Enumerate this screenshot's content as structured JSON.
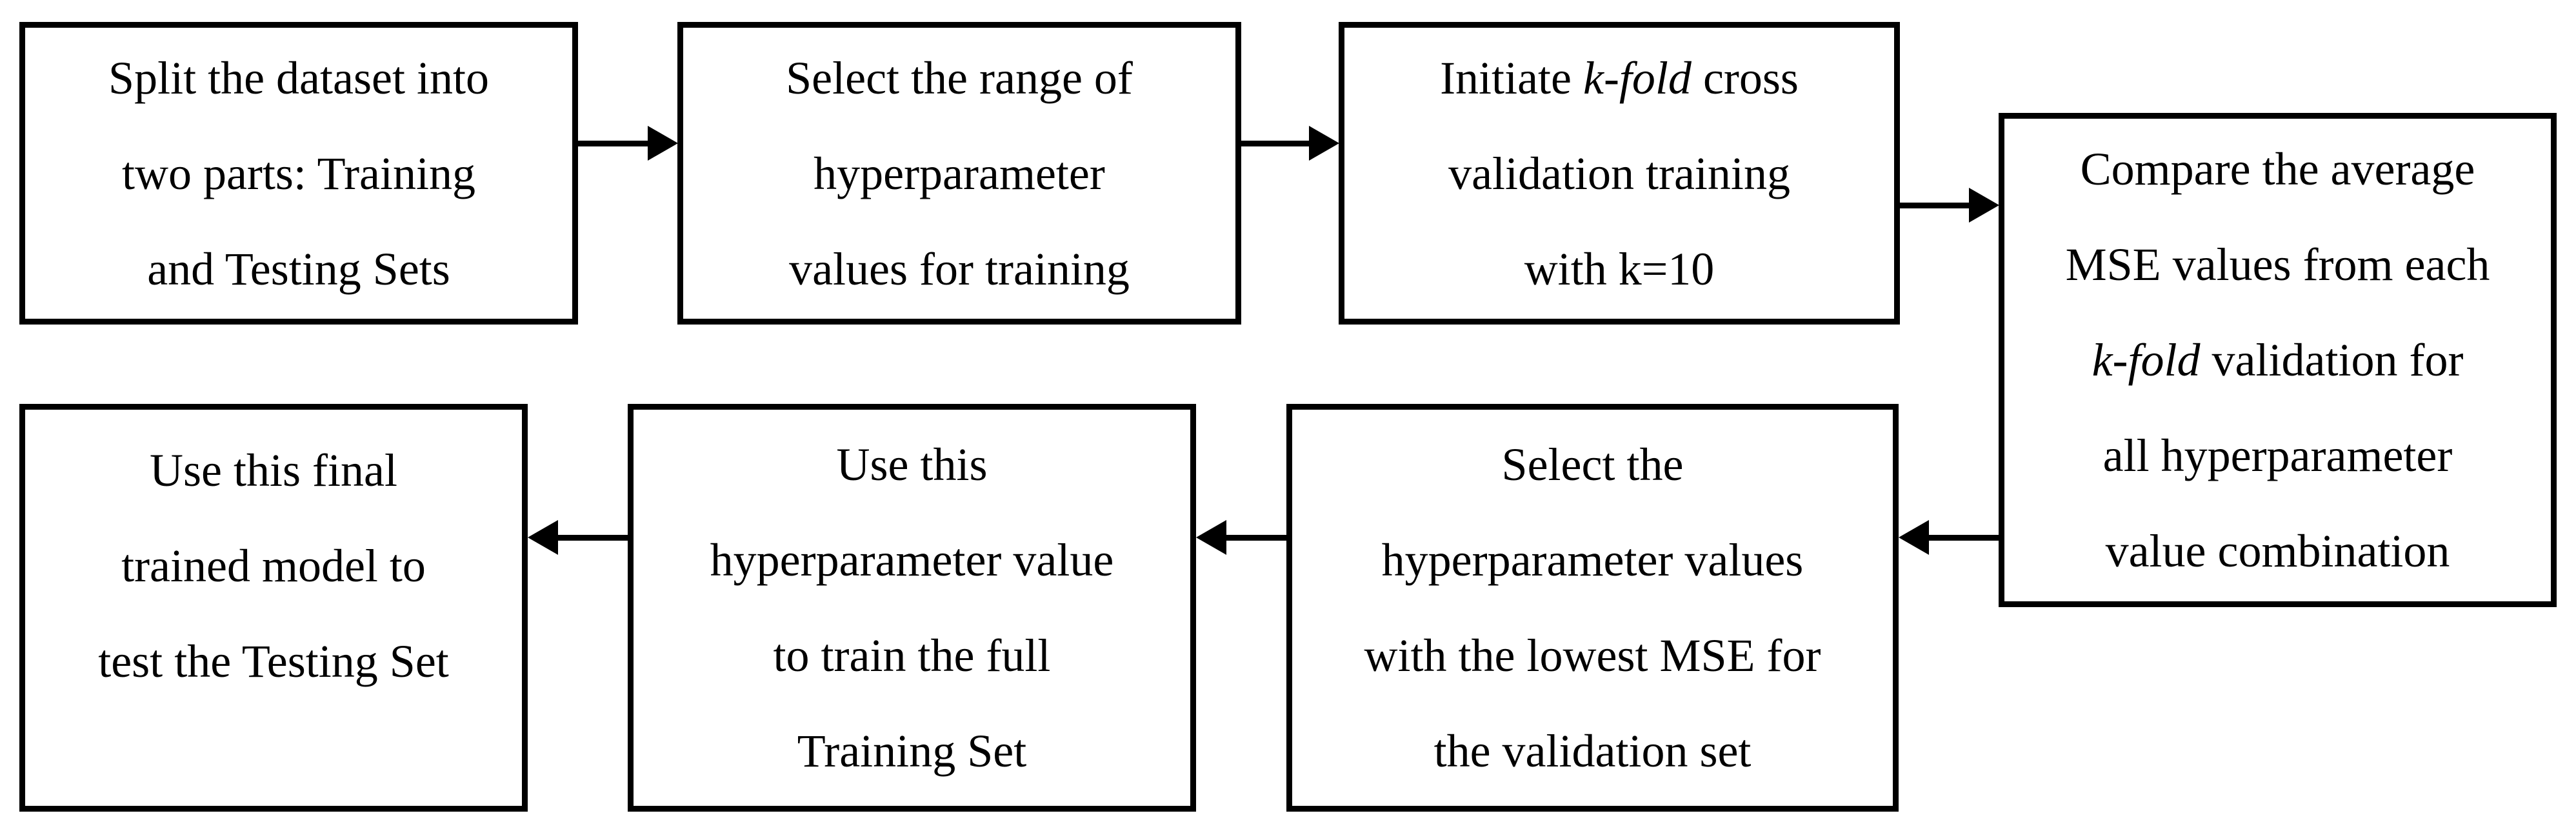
{
  "figure": {
    "type": "flowchart",
    "background_color": "#ffffff",
    "box_border_color": "#000000",
    "text_color": "#000000",
    "italic_marker": "*"
  },
  "boxes": [
    {
      "id": "split-dataset",
      "lines": [
        "Split the dataset into",
        "two parts: Training",
        "and Testing Sets"
      ]
    },
    {
      "id": "select-range",
      "lines": [
        "Select the range of",
        "hyperparameter",
        "values for training"
      ]
    },
    {
      "id": "initiate-kfold",
      "lines": [
        "Initiate *k-fold* cross",
        "validation training",
        "with k=10"
      ]
    },
    {
      "id": "compare-mse",
      "lines": [
        "Compare the average",
        "MSE values from each",
        "*k-fold* validation for",
        "all hyperparameter",
        "value combination"
      ]
    },
    {
      "id": "select-lowest-mse",
      "lines": [
        "Select the",
        "hyperparameter values",
        "with the lowest MSE for",
        "the validation set"
      ]
    },
    {
      "id": "train-full-set",
      "lines": [
        "Use this",
        "hyperparameter value",
        "to train the full",
        "Training Set"
      ]
    },
    {
      "id": "test-testing-set",
      "lines": [
        "Use this final",
        "trained model to",
        "test the Testing Set"
      ]
    }
  ],
  "connections": [
    {
      "from": "split-dataset",
      "to": "select-range",
      "direction": "right"
    },
    {
      "from": "select-range",
      "to": "initiate-kfold",
      "direction": "right"
    },
    {
      "from": "initiate-kfold",
      "to": "compare-mse",
      "direction": "right"
    },
    {
      "from": "compare-mse",
      "to": "select-lowest-mse",
      "direction": "left"
    },
    {
      "from": "select-lowest-mse",
      "to": "train-full-set",
      "direction": "left"
    },
    {
      "from": "train-full-set",
      "to": "test-testing-set",
      "direction": "left"
    }
  ]
}
